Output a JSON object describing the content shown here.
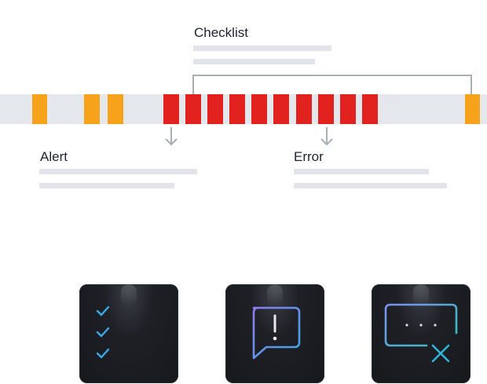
{
  "labels": {
    "checklist": "Checklist",
    "alert": "Alert",
    "error": "Error"
  },
  "colors": {
    "track": "#e4e7ec",
    "orange": "#f7a21b",
    "red": "#e2221f",
    "placeholder": "#e1e4ea",
    "card": "#1a1c21"
  },
  "icons": {
    "card1": "checklist-icon",
    "card2": "alert-message-icon",
    "card3": "error-window-icon"
  }
}
